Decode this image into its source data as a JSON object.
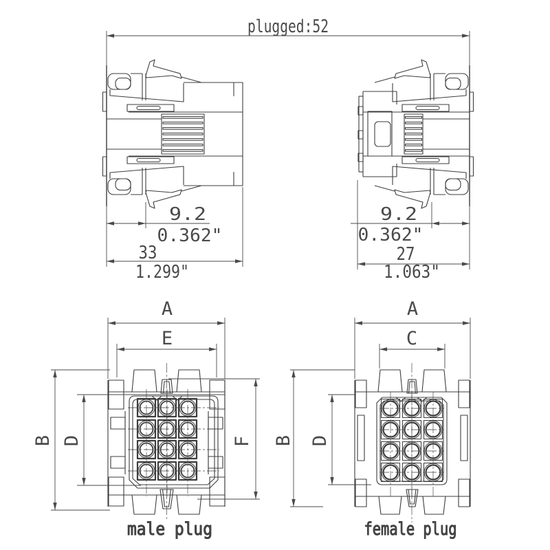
{
  "drawing": {
    "top_dimension": {
      "label": "plugged:52"
    },
    "male_side_view": {
      "dim_depth_mm": "9.2",
      "dim_depth_in": "0.362\"",
      "dim_length_mm": "33",
      "dim_length_in": "1.299\""
    },
    "female_side_view": {
      "dim_depth_mm": "9.2",
      "dim_depth_in": "0.362\"",
      "dim_length_mm": "27",
      "dim_length_in": "1.063\""
    },
    "male_front_view": {
      "label": "male plug",
      "dim_width_outer": "A",
      "dim_width_inner": "E",
      "dim_height_outer": "B",
      "dim_height_inner": "D",
      "dim_height_right": "F",
      "pin_cols": 3,
      "pin_rows": 4
    },
    "female_front_view": {
      "label": "female plug",
      "dim_width_outer": "A",
      "dim_width_inner": "C",
      "dim_height_outer": "B",
      "dim_height_inner": "D",
      "pin_cols": 3,
      "pin_rows": 4
    },
    "colors": {
      "background": "#ffffff",
      "line": "#3d3d3d",
      "dim_line": "#4a4a4a",
      "text": "#4a4a4a"
    }
  }
}
